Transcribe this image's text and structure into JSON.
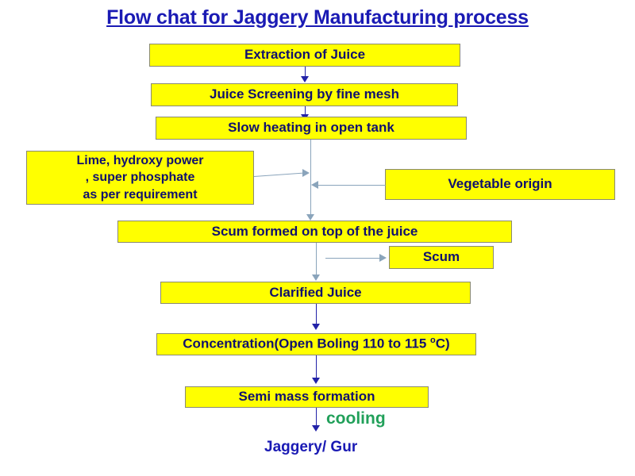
{
  "title": "Flow chat for Jaggery Manufacturing process",
  "colors": {
    "box_fill": "#ffff00",
    "box_border": "#8a8a72",
    "box_text": "#10106e",
    "title_text": "#1a1ab4",
    "arrow_blue": "#2222a8",
    "arrow_grey": "#8aa4bb",
    "cooling_text": "#21a05a",
    "product_text": "#1a1ab4",
    "background": "#ffffff"
  },
  "nodes": {
    "extraction": "Extraction of Juice",
    "screening": "Juice Screening by fine mesh",
    "slow_heating": "Slow heating in open tank",
    "additives": {
      "line1": "Lime, hydroxy power",
      "line2": ", super phosphate",
      "line3": "as per requirement"
    },
    "vegetable_origin": "Vegetable origin",
    "scum_formed": "Scum formed on top of the juice",
    "scum": "Scum",
    "clarified_juice": "Clarified Juice",
    "concentration": {
      "prefix": "Concentration(Open Boling 110 to 115 ",
      "degree": "o",
      "suffix": "C)"
    },
    "semi_mass": "Semi mass formation",
    "cooling_label": "cooling",
    "product": "Jaggery/ Gur"
  }
}
